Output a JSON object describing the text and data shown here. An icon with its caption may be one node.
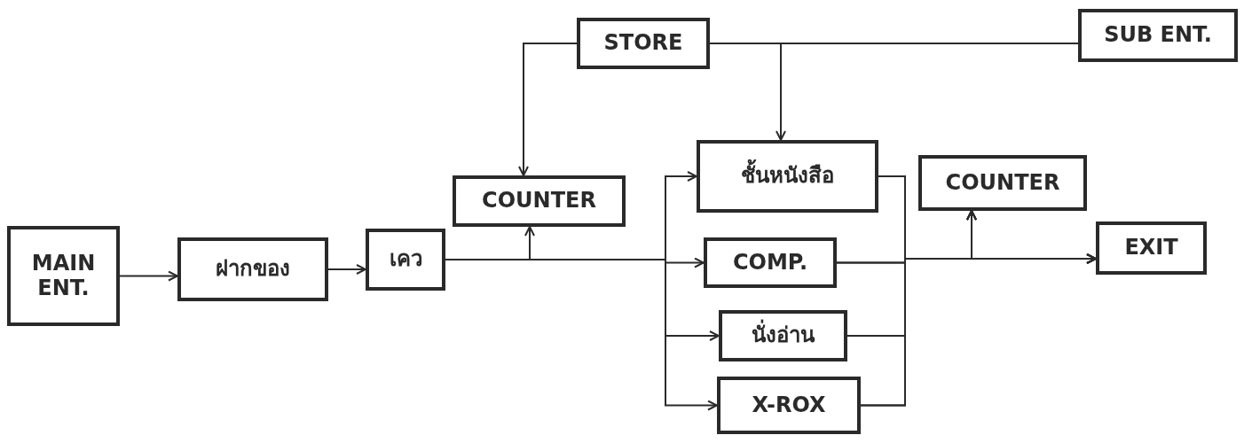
{
  "diagram": {
    "nodes": [
      {
        "text": [
          "MAIN ENT."
        ]
      },
      {
        "text": [
          "ฝากของ"
        ]
      },
      {
        "text": [
          "เคว"
        ]
      },
      {
        "text": [
          "COUNTER"
        ]
      },
      {
        "text": [
          "STORE"
        ]
      },
      {
        "text": [
          "SUB ENT."
        ]
      },
      {
        "text": [
          "ชั้นหนังสือ"
        ]
      },
      {
        "text": [
          "COMP."
        ]
      },
      {
        "text": [
          "นั่งอ่าน"
        ]
      },
      {
        "text": [
          "X-ROX"
        ]
      },
      {
        "text": [
          "COUNTER"
        ]
      },
      {
        "text": [
          "EXIT"
        ]
      }
    ],
    "edges": [
      {
        "from": 0,
        "to": 1,
        "arrow": "to"
      },
      {
        "from": 1,
        "to": 2,
        "arrow": "to"
      },
      {
        "from": 2,
        "to": 3,
        "arrow": "to"
      },
      {
        "from": 2,
        "to": 6,
        "arrow": "to"
      },
      {
        "from": 2,
        "to": 7,
        "arrow": "to"
      },
      {
        "from": 2,
        "to": 8,
        "arrow": "to"
      },
      {
        "from": 2,
        "to": 9,
        "arrow": "to"
      },
      {
        "from": 4,
        "to": 3,
        "arrow": "to"
      },
      {
        "from": 4,
        "to": 6,
        "arrow": "to"
      },
      {
        "from": 4,
        "to": 5,
        "arrow": "none"
      },
      {
        "from": 6,
        "to": 10,
        "arrow": "to"
      },
      {
        "from": 7,
        "to": 10,
        "arrow": "to"
      },
      {
        "from": 8,
        "to": 10,
        "arrow": "to"
      },
      {
        "from": 9,
        "to": 10,
        "arrow": "to"
      },
      {
        "from": 6,
        "to": 11,
        "arrow": "to"
      },
      {
        "from": 7,
        "to": 11,
        "arrow": "to"
      },
      {
        "from": 8,
        "to": 11,
        "arrow": "to"
      },
      {
        "from": 9,
        "to": 11,
        "arrow": "to"
      }
    ]
  }
}
